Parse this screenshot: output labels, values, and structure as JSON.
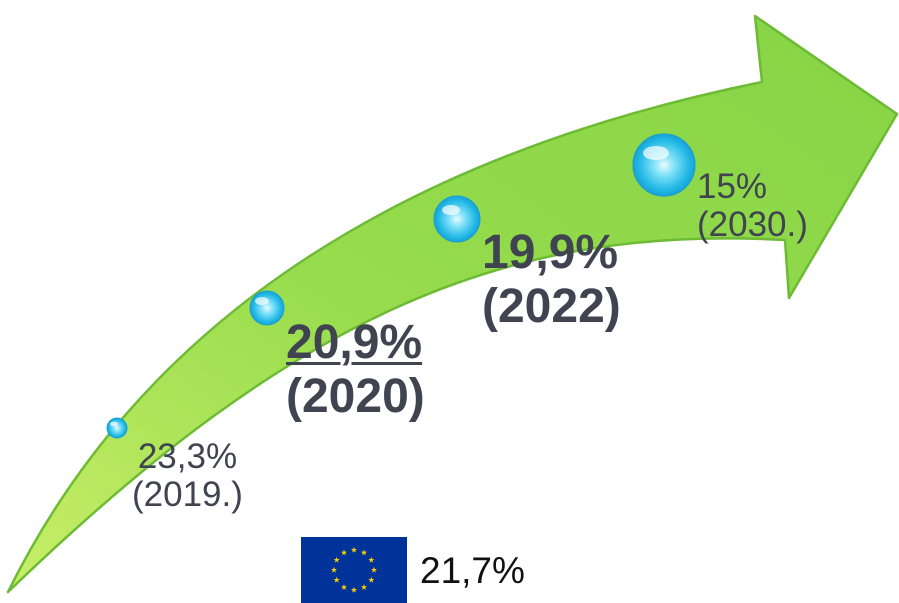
{
  "colors": {
    "arrow_fill": "#8fd94a",
    "arrow_fill_light": "#cdef6a",
    "arrow_stroke": "#6dbb34",
    "bubble": "#35c6ec",
    "text": "#3f4450",
    "eu_blue": "#003399",
    "eu_star": "#ffcc00"
  },
  "milestones": [
    {
      "value": "23,3%",
      "year": "(2019.)"
    },
    {
      "value": "20,9%",
      "year": "(2020)"
    },
    {
      "value": "19,9%",
      "year": "(2022)"
    },
    {
      "value": "15%",
      "year": "(2030.)"
    }
  ],
  "eu": {
    "icon": "eu-flag-icon",
    "value": "21,7%"
  }
}
